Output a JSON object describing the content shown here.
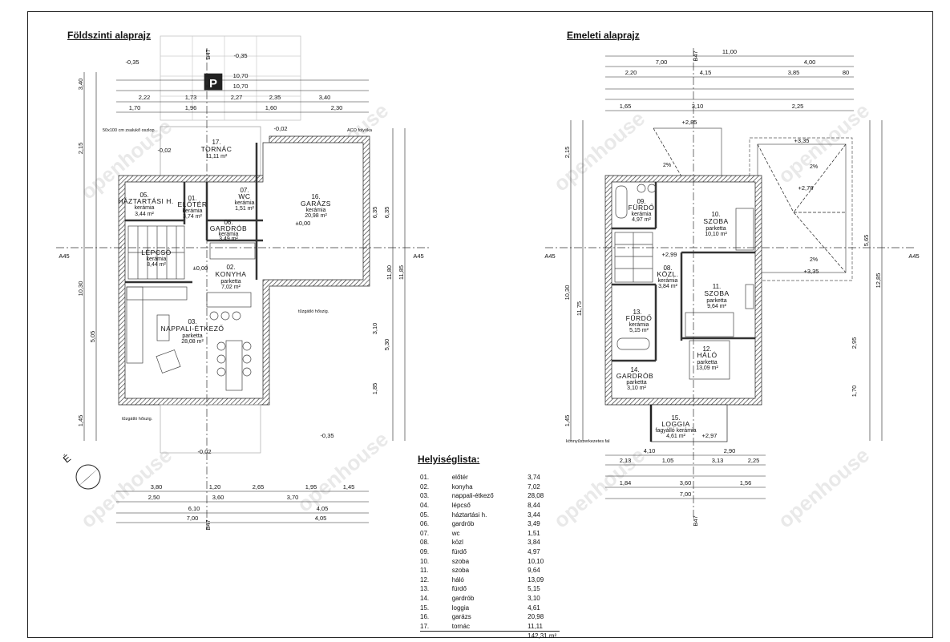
{
  "ground_floor": {
    "title": "Földszinti alaprajz",
    "rooms": [
      {
        "no": "17.",
        "name": "TORNÁC",
        "finish": "",
        "area": "11,11 m²"
      },
      {
        "no": "05.",
        "name": "HÁZTARTÁSI H.",
        "finish": "kerámia",
        "area": "3,44 m²"
      },
      {
        "no": "01.",
        "name": "ELŐTÉR",
        "finish": "kerámia",
        "area": "3,74 m²"
      },
      {
        "no": "07.",
        "name": "WC",
        "finish": "kerámia",
        "area": "1,51 m²"
      },
      {
        "no": "16.",
        "name": "GARÁZS",
        "finish": "kerámia",
        "area": "20,98 m²"
      },
      {
        "no": "06.",
        "name": "GARDRÓB",
        "finish": "kerámia",
        "area": "3,49 m²"
      },
      {
        "no": "04.",
        "name": "LÉPCSŐ",
        "finish": "kerámia",
        "area": "8,44 m²"
      },
      {
        "no": "02.",
        "name": "KONYHA",
        "finish": "parketta",
        "area": "7,02 m²"
      },
      {
        "no": "03.",
        "name": "NAPPALI-ÉTKEZŐ",
        "finish": "parketta",
        "area": "28,08 m²"
      }
    ],
    "levels": [
      "-0,35",
      "-0,35",
      "-0,02",
      "-0,02",
      "±0,00",
      "±0,00",
      "-0,35",
      "-0,02"
    ],
    "notes": [
      "50x100 cm zsalukő oszlop",
      "ACO folyóka",
      "tűzgátló hőszig.",
      "tűzgátló hőszig.",
      "P"
    ],
    "dims_top": [
      "10,70",
      "10,70",
      "2,22",
      "1,73",
      "2,27",
      "2,35",
      "3,40",
      "1,70",
      "1,96",
      "1,60",
      "2,30"
    ],
    "dims_bottom": [
      "3,80",
      "1,20",
      "2,65",
      "1,95",
      "1,45",
      "2,50",
      "3,60",
      "3,70",
      "6,10",
      "4,05",
      "7,00",
      "4,05"
    ],
    "dims_left": [
      "3,40",
      "2,15",
      "10,30",
      "5,05",
      "1,45"
    ],
    "dims_right": [
      "6,35",
      "6,35",
      "11,80",
      "11,85",
      "3,10",
      "5,30",
      "1,85"
    ],
    "section_marks": [
      "A45",
      "A45",
      "B47",
      "B47"
    ]
  },
  "upper_floor": {
    "title": "Emeleti alaprajz",
    "rooms": [
      {
        "no": "09.",
        "name": "FÜRDŐ",
        "finish": "kerámia",
        "area": "4,97 m²"
      },
      {
        "no": "10.",
        "name": "SZOBA",
        "finish": "parketta",
        "area": "10,10 m²"
      },
      {
        "no": "08.",
        "name": "KÖZL.",
        "finish": "kerámia",
        "area": "3,84 m²"
      },
      {
        "no": "11.",
        "name": "SZOBA",
        "finish": "parketta",
        "area": "9,64 m²"
      },
      {
        "no": "13.",
        "name": "FÜRDŐ",
        "finish": "kerámia",
        "area": "5,15 m²"
      },
      {
        "no": "12.",
        "name": "HÁLÓ",
        "finish": "parketta",
        "area": "13,09 m²"
      },
      {
        "no": "14.",
        "name": "GARDRÓB",
        "finish": "parketta",
        "area": "3,10 m²"
      },
      {
        "no": "15.",
        "name": "LOGGIA",
        "finish": "fagyálló kerámia",
        "area": "4,61 m²"
      }
    ],
    "levels": [
      "+2,85",
      "+3,35",
      "+2,78",
      "+3,35",
      "+2,99",
      "+2,97"
    ],
    "notes": [
      "könnyűszerkezetes fal",
      "2%",
      "2%",
      "2%"
    ],
    "dims_top": [
      "11,00",
      "7,00",
      "4,00",
      "2,20",
      "4,15",
      "3,85",
      "80",
      "1,65",
      "3,10",
      "2,25"
    ],
    "dims_bottom": [
      "4,10",
      "2,90",
      "2,13",
      "1,05",
      "3,13",
      "2,25",
      "1,84",
      "3,60",
      "1,56",
      "7,00"
    ],
    "dims_left": [
      "2,15",
      "10,30",
      "11,75",
      "1,45"
    ],
    "dims_right": [
      "5,65",
      "12,85",
      "2,95",
      "1,70"
    ],
    "section_marks": [
      "A45",
      "A45",
      "B47",
      "B47"
    ]
  },
  "room_list": {
    "title": "Helyiséglista:",
    "rows": [
      {
        "no": "01.",
        "name": "előtér",
        "area": "3,74"
      },
      {
        "no": "02.",
        "name": "konyha",
        "area": "7,02"
      },
      {
        "no": "03.",
        "name": "nappali-étkező",
        "area": "28,08"
      },
      {
        "no": "04.",
        "name": "lépcső",
        "area": "8,44"
      },
      {
        "no": "05.",
        "name": "háztartási h.",
        "area": "3,44"
      },
      {
        "no": "06.",
        "name": "gardrób",
        "area": "3,49"
      },
      {
        "no": "07.",
        "name": "wc",
        "area": "1,51"
      },
      {
        "no": "08.",
        "name": "közl",
        "area": "3,84"
      },
      {
        "no": "09.",
        "name": "fürdő",
        "area": "4,97"
      },
      {
        "no": "10.",
        "name": "szoba",
        "area": "10,10"
      },
      {
        "no": "11.",
        "name": "szoba",
        "area": "9,64"
      },
      {
        "no": "12.",
        "name": "háló",
        "area": "13,09"
      },
      {
        "no": "13.",
        "name": "fürdő",
        "area": "5,15"
      },
      {
        "no": "14.",
        "name": "gardrób",
        "area": "3,10"
      },
      {
        "no": "15.",
        "name": "loggia",
        "area": "4,61"
      },
      {
        "no": "16.",
        "name": "garázs",
        "area": "20,98"
      },
      {
        "no": "17.",
        "name": "tornác",
        "area": "11,11"
      }
    ],
    "total": "142,31 m²"
  },
  "north_label": "É",
  "watermark": "openhouse",
  "colors": {
    "wall": "#555555",
    "line": "#222222",
    "watermark": "#e4e4e4"
  }
}
